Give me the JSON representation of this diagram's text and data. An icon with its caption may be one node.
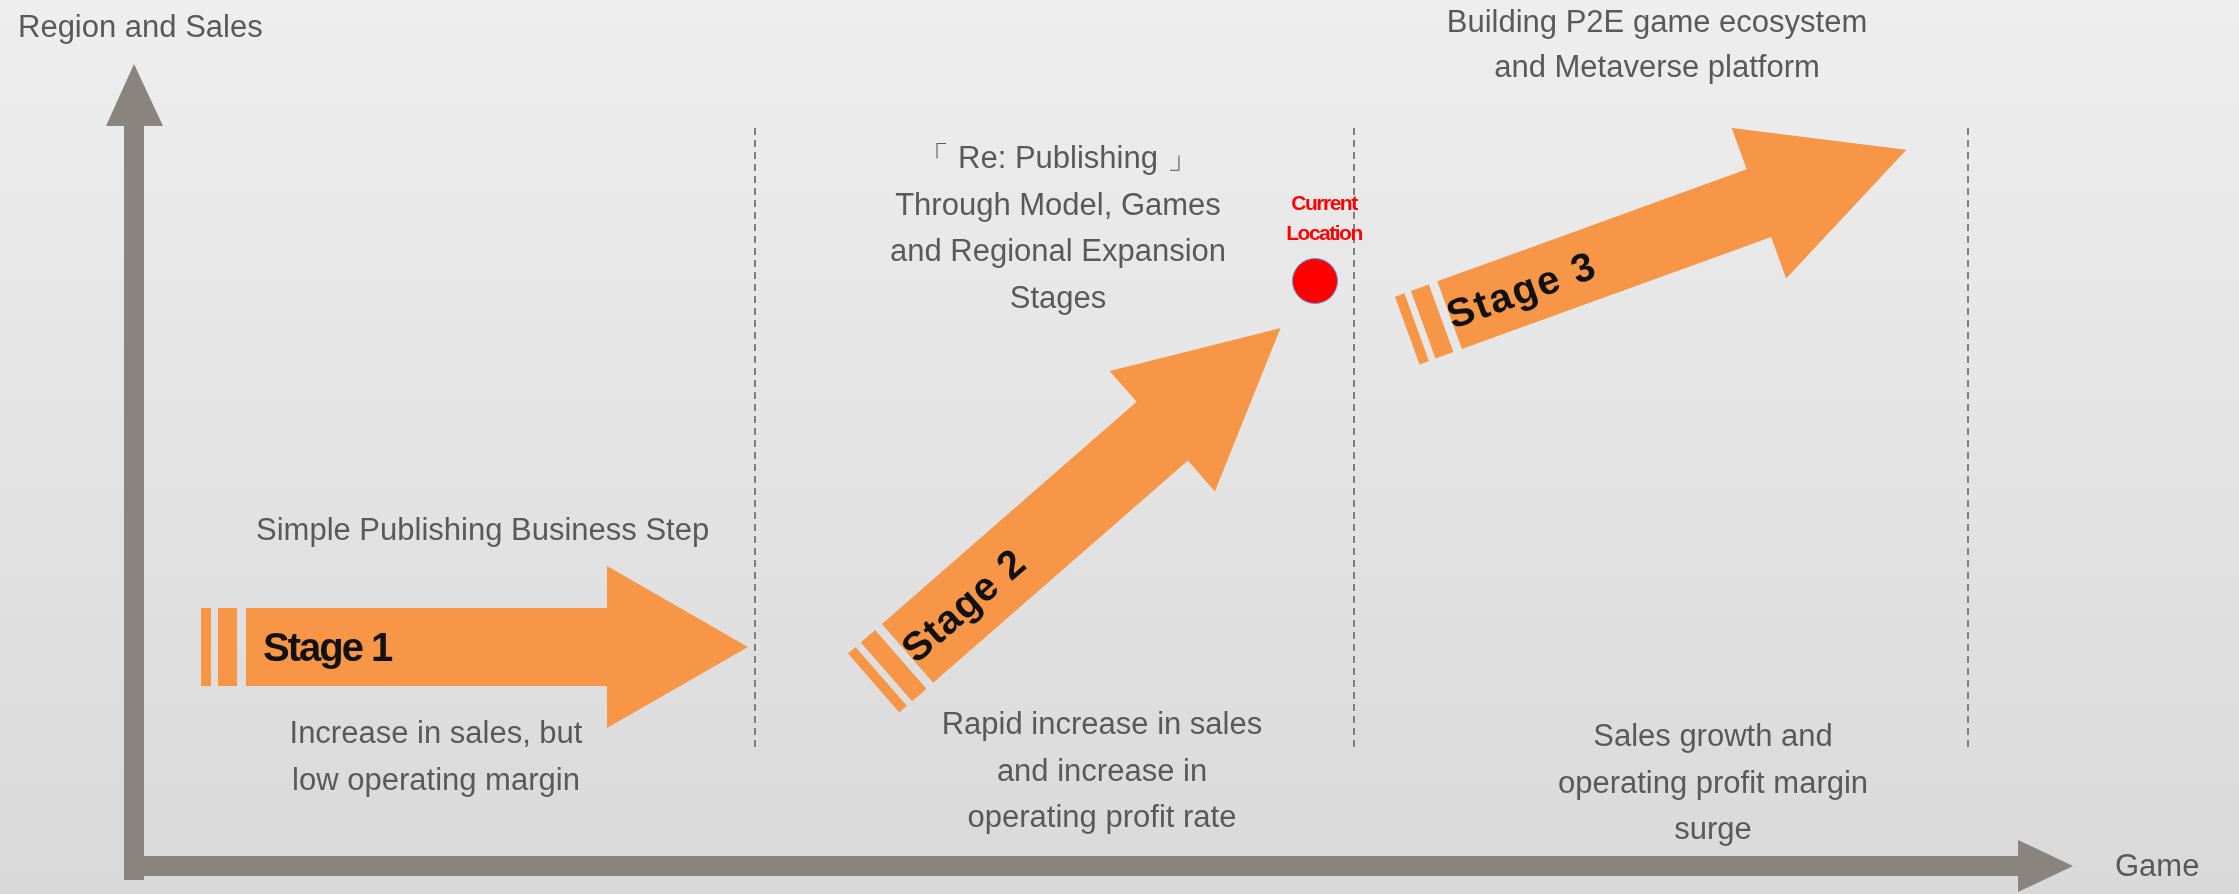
{
  "diagram": {
    "nodes": [
      {
        "text": [
          "Stage 1"
        ]
      },
      {
        "text": [
          "Stage 2"
        ]
      },
      {
        "text": [
          "Stage 3"
        ]
      },
      {
        "text": [],
        "shape": "circle",
        "beside": [
          "Current Location"
        ]
      }
    ],
    "labels": [
      "Region and Sales",
      "Building P2E game ecosystem and Metaverse platform",
      "「 Re: Publishing 」 Through Model, Games and Regional Expansion Stages",
      "Simple Publishing Business Step",
      "Increase in sales, but low operating margin",
      "Rapid increase in sales and increase in operating profit rate",
      "Sales growth and operating profit margin surge",
      "Game"
    ]
  }
}
